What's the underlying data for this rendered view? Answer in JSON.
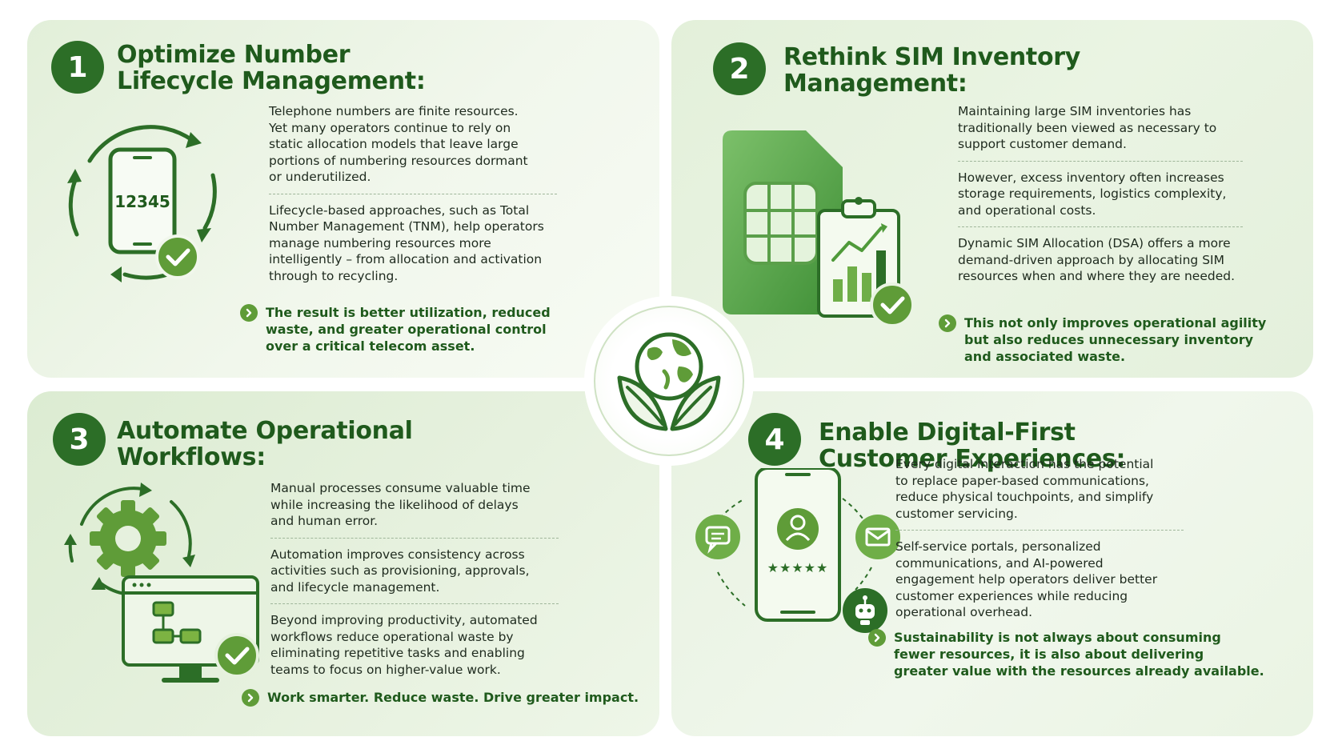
{
  "sections": [
    {
      "number": "1",
      "title": [
        "Optimize Number",
        "Lifecycle Management:"
      ],
      "paragraphs": [
        [
          "Telephone numbers are finite resources.",
          "Yet many operators continue to rely on",
          "static allocation models that leave large",
          "portions of numbering resources dormant",
          "or underutilized."
        ],
        [
          "Lifecycle-based approaches, such as Total",
          "Number Management (TNM), help operators",
          "manage numbering resources more",
          "intelligently – from allocation and activation",
          "through to recycling."
        ]
      ],
      "highlight": [
        "The result is better utilization, reduced",
        "waste, and greater operational control",
        "over a critical telecom asset."
      ],
      "phone_number": "12345",
      "icon": "phone-lifecycle-icon"
    },
    {
      "number": "2",
      "title": [
        "Rethink SIM Inventory",
        "Management:"
      ],
      "paragraphs": [
        [
          "Maintaining large SIM inventories has",
          "traditionally been viewed as necessary to",
          "support customer demand."
        ],
        [
          "However, excess inventory often increases",
          "storage requirements, logistics complexity,",
          "and operational costs."
        ],
        [
          "Dynamic SIM Allocation (DSA) offers a more",
          "demand-driven approach by allocating SIM",
          "resources when and where they are needed."
        ]
      ],
      "highlight": [
        "This not only improves operational agility",
        "but also reduces unnecessary inventory",
        "and associated waste."
      ],
      "icon": "sim-card-clipboard-icon"
    },
    {
      "number": "3",
      "title": [
        "Automate Operational",
        "Workflows:"
      ],
      "paragraphs": [
        [
          "Manual processes consume valuable time",
          "while increasing the likelihood of delays",
          "and human error."
        ],
        [
          "Automation improves consistency across",
          "activities such as provisioning, approvals,",
          "and lifecycle management."
        ],
        [
          "Beyond improving productivity, automated",
          "workflows reduce operational waste by",
          "eliminating repetitive tasks and enabling",
          "teams to focus on higher-value work."
        ]
      ],
      "highlight": [
        "Work smarter. Reduce waste. Drive greater impact."
      ],
      "icon": "gear-workflow-monitor-icon"
    },
    {
      "number": "4",
      "title": [
        "Enable Digital-First",
        "Customer Experiences:"
      ],
      "paragraphs": [
        [
          "Every digital interaction has the potential",
          "to replace paper-based communications,",
          "reduce physical touchpoints, and simplify",
          "customer servicing."
        ],
        [
          "Self-service portals, personalized",
          "communications, and AI-powered",
          "engagement help operators deliver better",
          "customer experiences while reducing",
          "operational overhead."
        ]
      ],
      "highlight": [
        "Sustainability is not always about consuming",
        "fewer resources, it is also about delivering",
        "greater value with the resources already available."
      ],
      "rating": "★★★★★",
      "icon": "phone-customer-experience-icon"
    }
  ],
  "center_emblem": "globe-leaves-icon",
  "colors": {
    "dark_green": "#1f5a1c",
    "badge_green": "#2c6e27",
    "accent_green": "#5f9c38",
    "light_green": "#7cb342"
  }
}
